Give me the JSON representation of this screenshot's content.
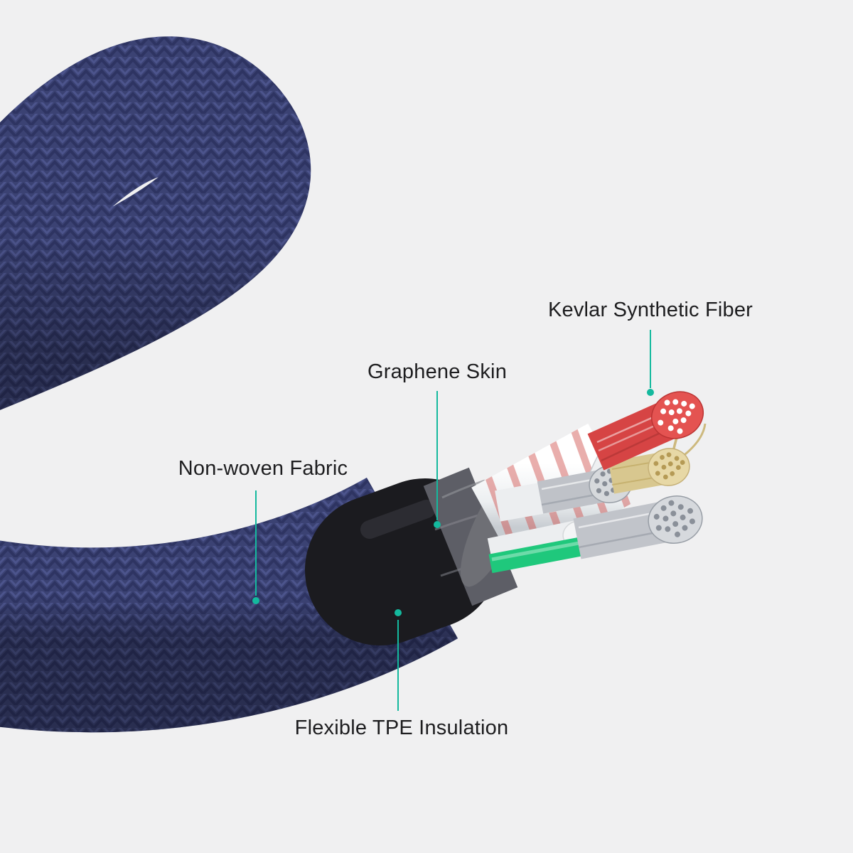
{
  "page": {
    "background": "#f0f0f1"
  },
  "accent": {
    "color": "#14b99e"
  },
  "illustration": {
    "subject": "braided cable cutaway cross-section",
    "cable_braid_color": "#3b4273",
    "tpe_color": "#1b1b1f",
    "graphene_color": "#66676d",
    "sheath_color": "#eceff1",
    "wire_colors": {
      "signal_red": "#d64444",
      "kevlar_fiber": "#d8c78f",
      "stranded_silver": "#c0c3c9",
      "insulated_white": "#eceef0",
      "insulated_green": "#1fc87c"
    }
  },
  "labels": {
    "kevlar": {
      "text": "Kevlar Synthetic Fiber"
    },
    "graphene": {
      "text": "Graphene Skin"
    },
    "fabric": {
      "text": "Non-woven Fabric"
    },
    "tpe": {
      "text": "Flexible TPE Insulation"
    }
  }
}
